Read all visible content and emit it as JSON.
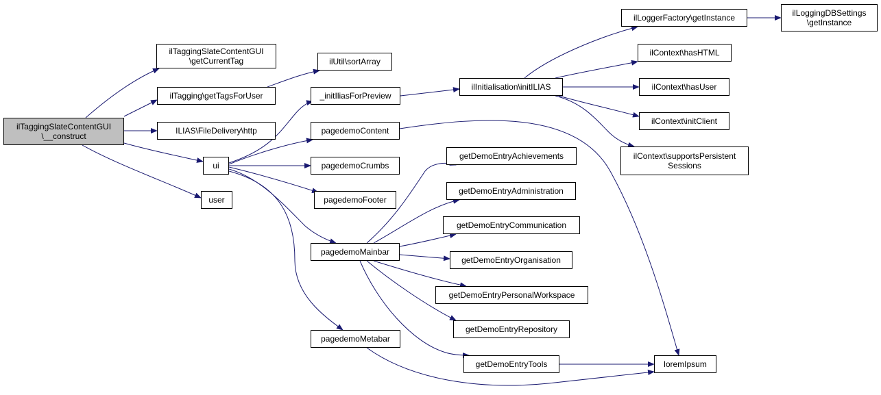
{
  "diagram": {
    "nodes": [
      {
        "id": "root",
        "lines": [
          "ilTaggingSlateContentGUI",
          "\\__construct"
        ],
        "root": true
      },
      {
        "id": "getCurrentTag",
        "lines": [
          "ilTaggingSlateContentGUI",
          "\\getCurrentTag"
        ]
      },
      {
        "id": "getTagsForUser",
        "lines": [
          "ilTagging\\getTagsForUser"
        ]
      },
      {
        "id": "http",
        "lines": [
          "ILIAS\\FileDelivery\\http"
        ]
      },
      {
        "id": "ui",
        "lines": [
          "ui"
        ]
      },
      {
        "id": "user",
        "lines": [
          "user"
        ]
      },
      {
        "id": "sortArray",
        "lines": [
          "ilUtil\\sortArray"
        ]
      },
      {
        "id": "initIlias",
        "lines": [
          "_initIliasForPreview"
        ]
      },
      {
        "id": "pdContent",
        "lines": [
          "pagedemoContent"
        ]
      },
      {
        "id": "pdCrumbs",
        "lines": [
          "pagedemoCrumbs"
        ]
      },
      {
        "id": "pdFooter",
        "lines": [
          "pagedemoFooter"
        ]
      },
      {
        "id": "pdMainbar",
        "lines": [
          "pagedemoMainbar"
        ]
      },
      {
        "id": "pdMetabar",
        "lines": [
          "pagedemoMetabar"
        ]
      },
      {
        "id": "initILIAS",
        "lines": [
          "ilInitialisation\\initILIAS"
        ]
      },
      {
        "id": "getInstance",
        "lines": [
          "ilLoggerFactory\\getInstance"
        ]
      },
      {
        "id": "dbInstance",
        "lines": [
          "ilLoggingDBSettings",
          "\\getInstance"
        ]
      },
      {
        "id": "hasHTML",
        "lines": [
          "ilContext\\hasHTML"
        ]
      },
      {
        "id": "hasUser",
        "lines": [
          "ilContext\\hasUser"
        ]
      },
      {
        "id": "initClient",
        "lines": [
          "ilContext\\initClient"
        ]
      },
      {
        "id": "supports",
        "lines": [
          "ilContext\\supportsPersistent",
          "Sessions"
        ]
      },
      {
        "id": "achievements",
        "lines": [
          "getDemoEntryAchievements"
        ]
      },
      {
        "id": "administration",
        "lines": [
          "getDemoEntryAdministration"
        ]
      },
      {
        "id": "communication",
        "lines": [
          "getDemoEntryCommunication"
        ]
      },
      {
        "id": "organisation",
        "lines": [
          "getDemoEntryOrganisation"
        ]
      },
      {
        "id": "personal",
        "lines": [
          "getDemoEntryPersonalWorkspace"
        ]
      },
      {
        "id": "repository",
        "lines": [
          "getDemoEntryRepository"
        ]
      },
      {
        "id": "tools",
        "lines": [
          "getDemoEntryTools"
        ]
      },
      {
        "id": "lorem",
        "lines": [
          "loremIpsum"
        ]
      }
    ],
    "edges": [
      [
        "root",
        "getCurrentTag"
      ],
      [
        "root",
        "getTagsForUser"
      ],
      [
        "root",
        "http"
      ],
      [
        "root",
        "ui"
      ],
      [
        "root",
        "user"
      ],
      [
        "getTagsForUser",
        "sortArray"
      ],
      [
        "ui",
        "initIlias"
      ],
      [
        "ui",
        "pdContent"
      ],
      [
        "ui",
        "pdCrumbs"
      ],
      [
        "ui",
        "pdFooter"
      ],
      [
        "ui",
        "pdMainbar"
      ],
      [
        "ui",
        "pdMetabar"
      ],
      [
        "initIlias",
        "initILIAS"
      ],
      [
        "initILIAS",
        "getInstance"
      ],
      [
        "initILIAS",
        "hasHTML"
      ],
      [
        "initILIAS",
        "hasUser"
      ],
      [
        "initILIAS",
        "initClient"
      ],
      [
        "initILIAS",
        "supports"
      ],
      [
        "getInstance",
        "dbInstance"
      ],
      [
        "pdContent",
        "lorem"
      ],
      [
        "pdMainbar",
        "achievements"
      ],
      [
        "pdMainbar",
        "administration"
      ],
      [
        "pdMainbar",
        "communication"
      ],
      [
        "pdMainbar",
        "organisation"
      ],
      [
        "pdMainbar",
        "personal"
      ],
      [
        "pdMainbar",
        "repository"
      ],
      [
        "pdMainbar",
        "tools"
      ],
      [
        "pdMetabar",
        "lorem"
      ],
      [
        "tools",
        "lorem"
      ]
    ],
    "colors": {
      "edge": "#191970",
      "root_fill": "#bfbfbf",
      "node_fill": "#ffffff",
      "border": "#000000"
    }
  }
}
